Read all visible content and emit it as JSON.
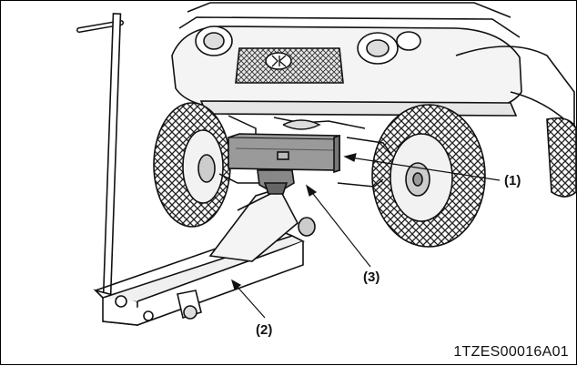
{
  "callouts": {
    "c1": "(1)",
    "c2": "(2)",
    "c3": "(3)"
  },
  "figure_code": "1TZES00016A01",
  "colors": {
    "line": "#111111",
    "tire": "#2a2a2a",
    "block": "#8a8a8a",
    "shade": "#cfcfcf"
  }
}
